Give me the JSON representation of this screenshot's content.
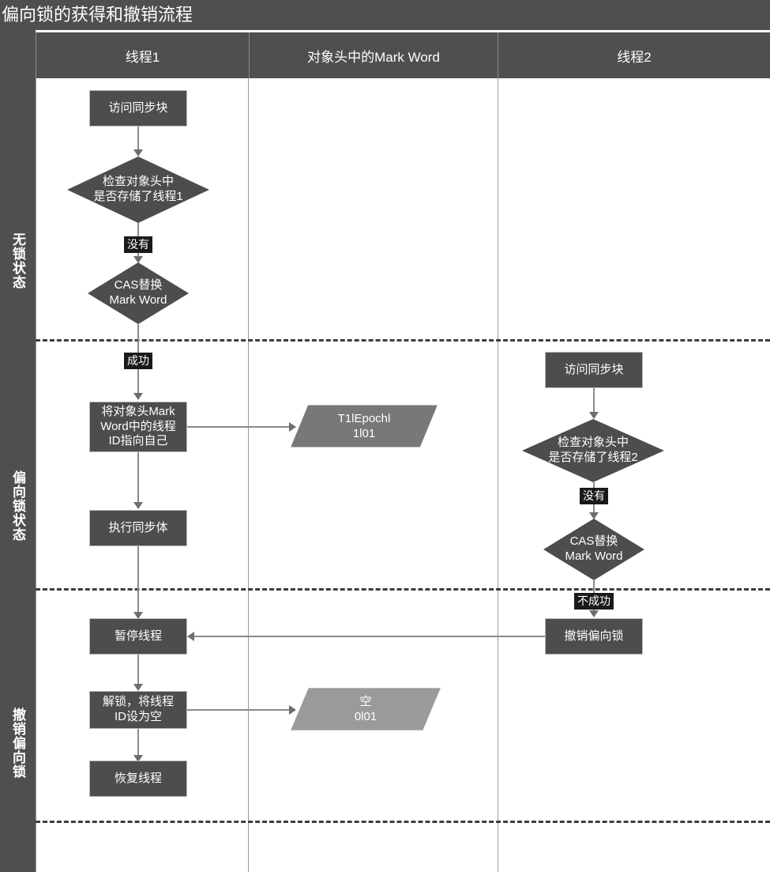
{
  "title": "偏向锁的获得和撤销流程",
  "colors": {
    "header_bg": "#4f4f4f",
    "node_fill": "#4d4d4d",
    "data_fill": "#787878",
    "data_fill_light": "#9a9a9a",
    "connector": "#8a8a8a",
    "label_chip_bg": "#1a1a1a",
    "text": "#ffffff"
  },
  "columns": [
    {
      "id": "thread1",
      "label": "线程1"
    },
    {
      "id": "markword",
      "label": "对象头中的Mark Word"
    },
    {
      "id": "thread2",
      "label": "线程2"
    }
  ],
  "lanes": [
    {
      "id": "unlocked",
      "label": "无锁状态"
    },
    {
      "id": "biased",
      "label": "偏向锁状态"
    },
    {
      "id": "revoke",
      "label": "撤销偏向锁"
    }
  ],
  "nodes": {
    "t1_enter": {
      "text": "访问同步块",
      "shape": "process"
    },
    "t1_check": {
      "line1": "检查对象头中",
      "line2": "是否存储了线程1",
      "shape": "decision"
    },
    "t1_cas": {
      "line1": "CAS替换",
      "line2": "Mark Word",
      "shape": "decision"
    },
    "t1_setid": {
      "line1": "将对象头Mark",
      "line2": "Word中的线程",
      "line3": "ID指向自己",
      "shape": "process"
    },
    "t1_exec": {
      "text": "执行同步体",
      "shape": "process"
    },
    "t1_pause": {
      "text": "暂停线程",
      "shape": "process"
    },
    "t1_unlock": {
      "line1": "解锁，将线程",
      "line2": "ID设为空",
      "shape": "process"
    },
    "t1_resume": {
      "text": "恢复线程",
      "shape": "process"
    },
    "mw_biased": {
      "line1": "T1lEpochl",
      "line2": "1l01",
      "shape": "data"
    },
    "mw_empty": {
      "line1": "空",
      "line2": "0l01",
      "shape": "data-light"
    },
    "t2_enter": {
      "text": "访问同步块",
      "shape": "process"
    },
    "t2_check": {
      "line1": "检查对象头中",
      "line2": "是否存储了线程2",
      "shape": "decision"
    },
    "t2_cas": {
      "line1": "CAS替换",
      "line2": "Mark Word",
      "shape": "decision"
    },
    "t2_revoke": {
      "text": "撤销偏向锁",
      "shape": "process"
    }
  },
  "edge_labels": {
    "t1_no": "没有",
    "t1_success": "成功",
    "t2_no": "没有",
    "t2_fail": "不成功"
  }
}
